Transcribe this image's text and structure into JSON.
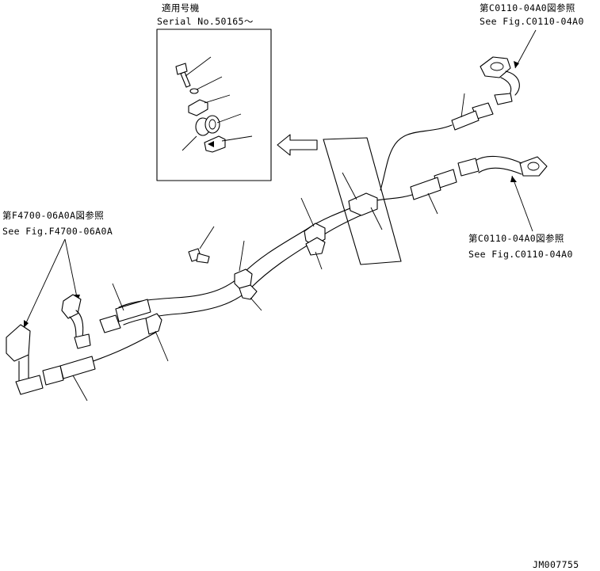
{
  "inset": {
    "label_jp": "適用号機",
    "label_en": "Serial No.50165～"
  },
  "references": {
    "top_right_jp": "第C0110-04A0図参照",
    "top_right_en": "See Fig.C0110-04A0",
    "right_jp": "第C0110-04A0図参照",
    "right_en": "See Fig.C0110-04A0",
    "left_jp": "第F4700-06A0A図参照",
    "left_en": "See Fig.F4700-06A0A"
  },
  "drawing_number": "JM007755"
}
